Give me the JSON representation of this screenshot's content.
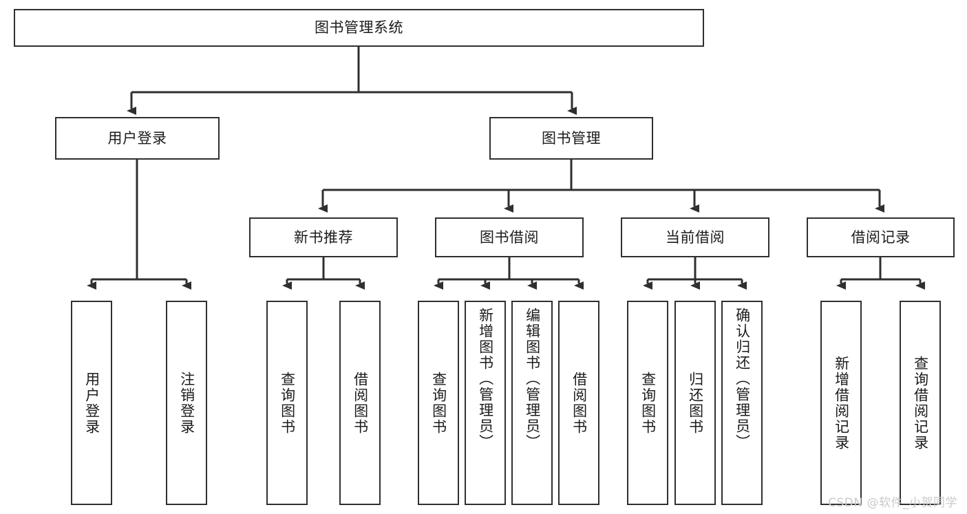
{
  "diagram": {
    "title": "图书管理系统",
    "type": "tree-hierarchy",
    "watermark": "CSDN @软件_小贺同学",
    "colors": {
      "box_border": "#2f2f2f",
      "box_fill": "#ffffff",
      "edge": "#2f2f2f",
      "text": "#1b1b1b",
      "watermark": "#c9c9c9"
    },
    "nodes": {
      "root": {
        "label": "图书管理系统"
      },
      "level2": [
        {
          "id": "user-login",
          "label": "用户登录"
        },
        {
          "id": "book-manage",
          "label": "图书管理"
        }
      ],
      "level3": [
        {
          "id": "new-book-recommend",
          "label": "新书推荐"
        },
        {
          "id": "book-borrow",
          "label": "图书借阅"
        },
        {
          "id": "current-borrow",
          "label": "当前借阅"
        },
        {
          "id": "borrow-record",
          "label": "借阅记录"
        }
      ],
      "leaves": [
        {
          "id": "leaf-user-login",
          "label": "用户登录"
        },
        {
          "id": "leaf-logout-login",
          "label": "注销登录"
        },
        {
          "id": "leaf-query-book-1",
          "label": "查询图书"
        },
        {
          "id": "leaf-borrow-book-1",
          "label": "借阅图书"
        },
        {
          "id": "leaf-query-book-2",
          "label": "查询图书"
        },
        {
          "id": "leaf-add-book-admin",
          "label": "新增图书（管理员）"
        },
        {
          "id": "leaf-edit-book-admin",
          "label": "编辑图书（管理员）"
        },
        {
          "id": "leaf-borrow-book-2",
          "label": "借阅图书"
        },
        {
          "id": "leaf-query-book-3",
          "label": "查询图书"
        },
        {
          "id": "leaf-return-book",
          "label": "归还图书"
        },
        {
          "id": "leaf-confirm-return-admin",
          "label": "确认归还（管理员）"
        },
        {
          "id": "leaf-add-borrow-record",
          "label": "新增借阅记录"
        },
        {
          "id": "leaf-query-borrow-record",
          "label": "查询借阅记录"
        }
      ]
    }
  }
}
